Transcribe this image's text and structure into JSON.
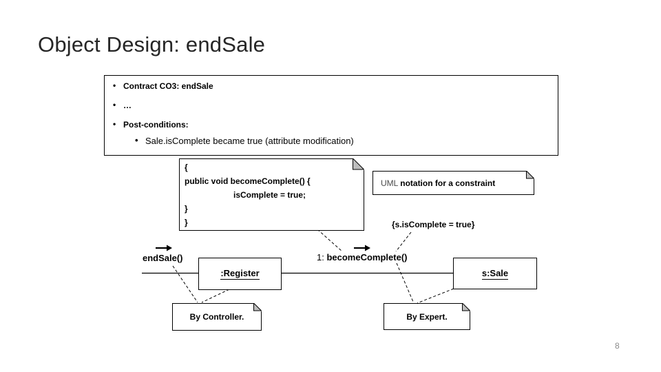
{
  "slide": {
    "title": "Object Design: endSale",
    "page_number": "8"
  },
  "contract_box": {
    "bullets": [
      {
        "text": "Contract CO3: endSale",
        "level": 1,
        "bold": true
      },
      {
        "text": "…",
        "level": 1,
        "bold": true
      },
      {
        "text": "Post-conditions:",
        "level": 1,
        "bold": true
      },
      {
        "text": "Sale.isComplete became true (attribute modification)",
        "level": 2,
        "bold": false
      }
    ]
  },
  "code_note": {
    "lines": [
      "{",
      "public void becomeComplete() {",
      "isComplete = true;",
      "}",
      "}"
    ]
  },
  "uml_note": {
    "lead": "UML ",
    "rest": "notation for a constraint"
  },
  "constraint_label": "{s.isComplete = true}",
  "diagram": {
    "found_message": "endSale()",
    "register_object": ":Register",
    "message_number": "1: ",
    "message_name": "becomeComplete()",
    "sale_object": "s:Sale",
    "controller_note": "By Controller.",
    "expert_note": "By Expert."
  },
  "colors": {
    "background": "#ffffff",
    "line": "#000000",
    "title_text": "#262626",
    "page_number_text": "#8a8a8a",
    "fold_shade": "#bcbcbc"
  }
}
